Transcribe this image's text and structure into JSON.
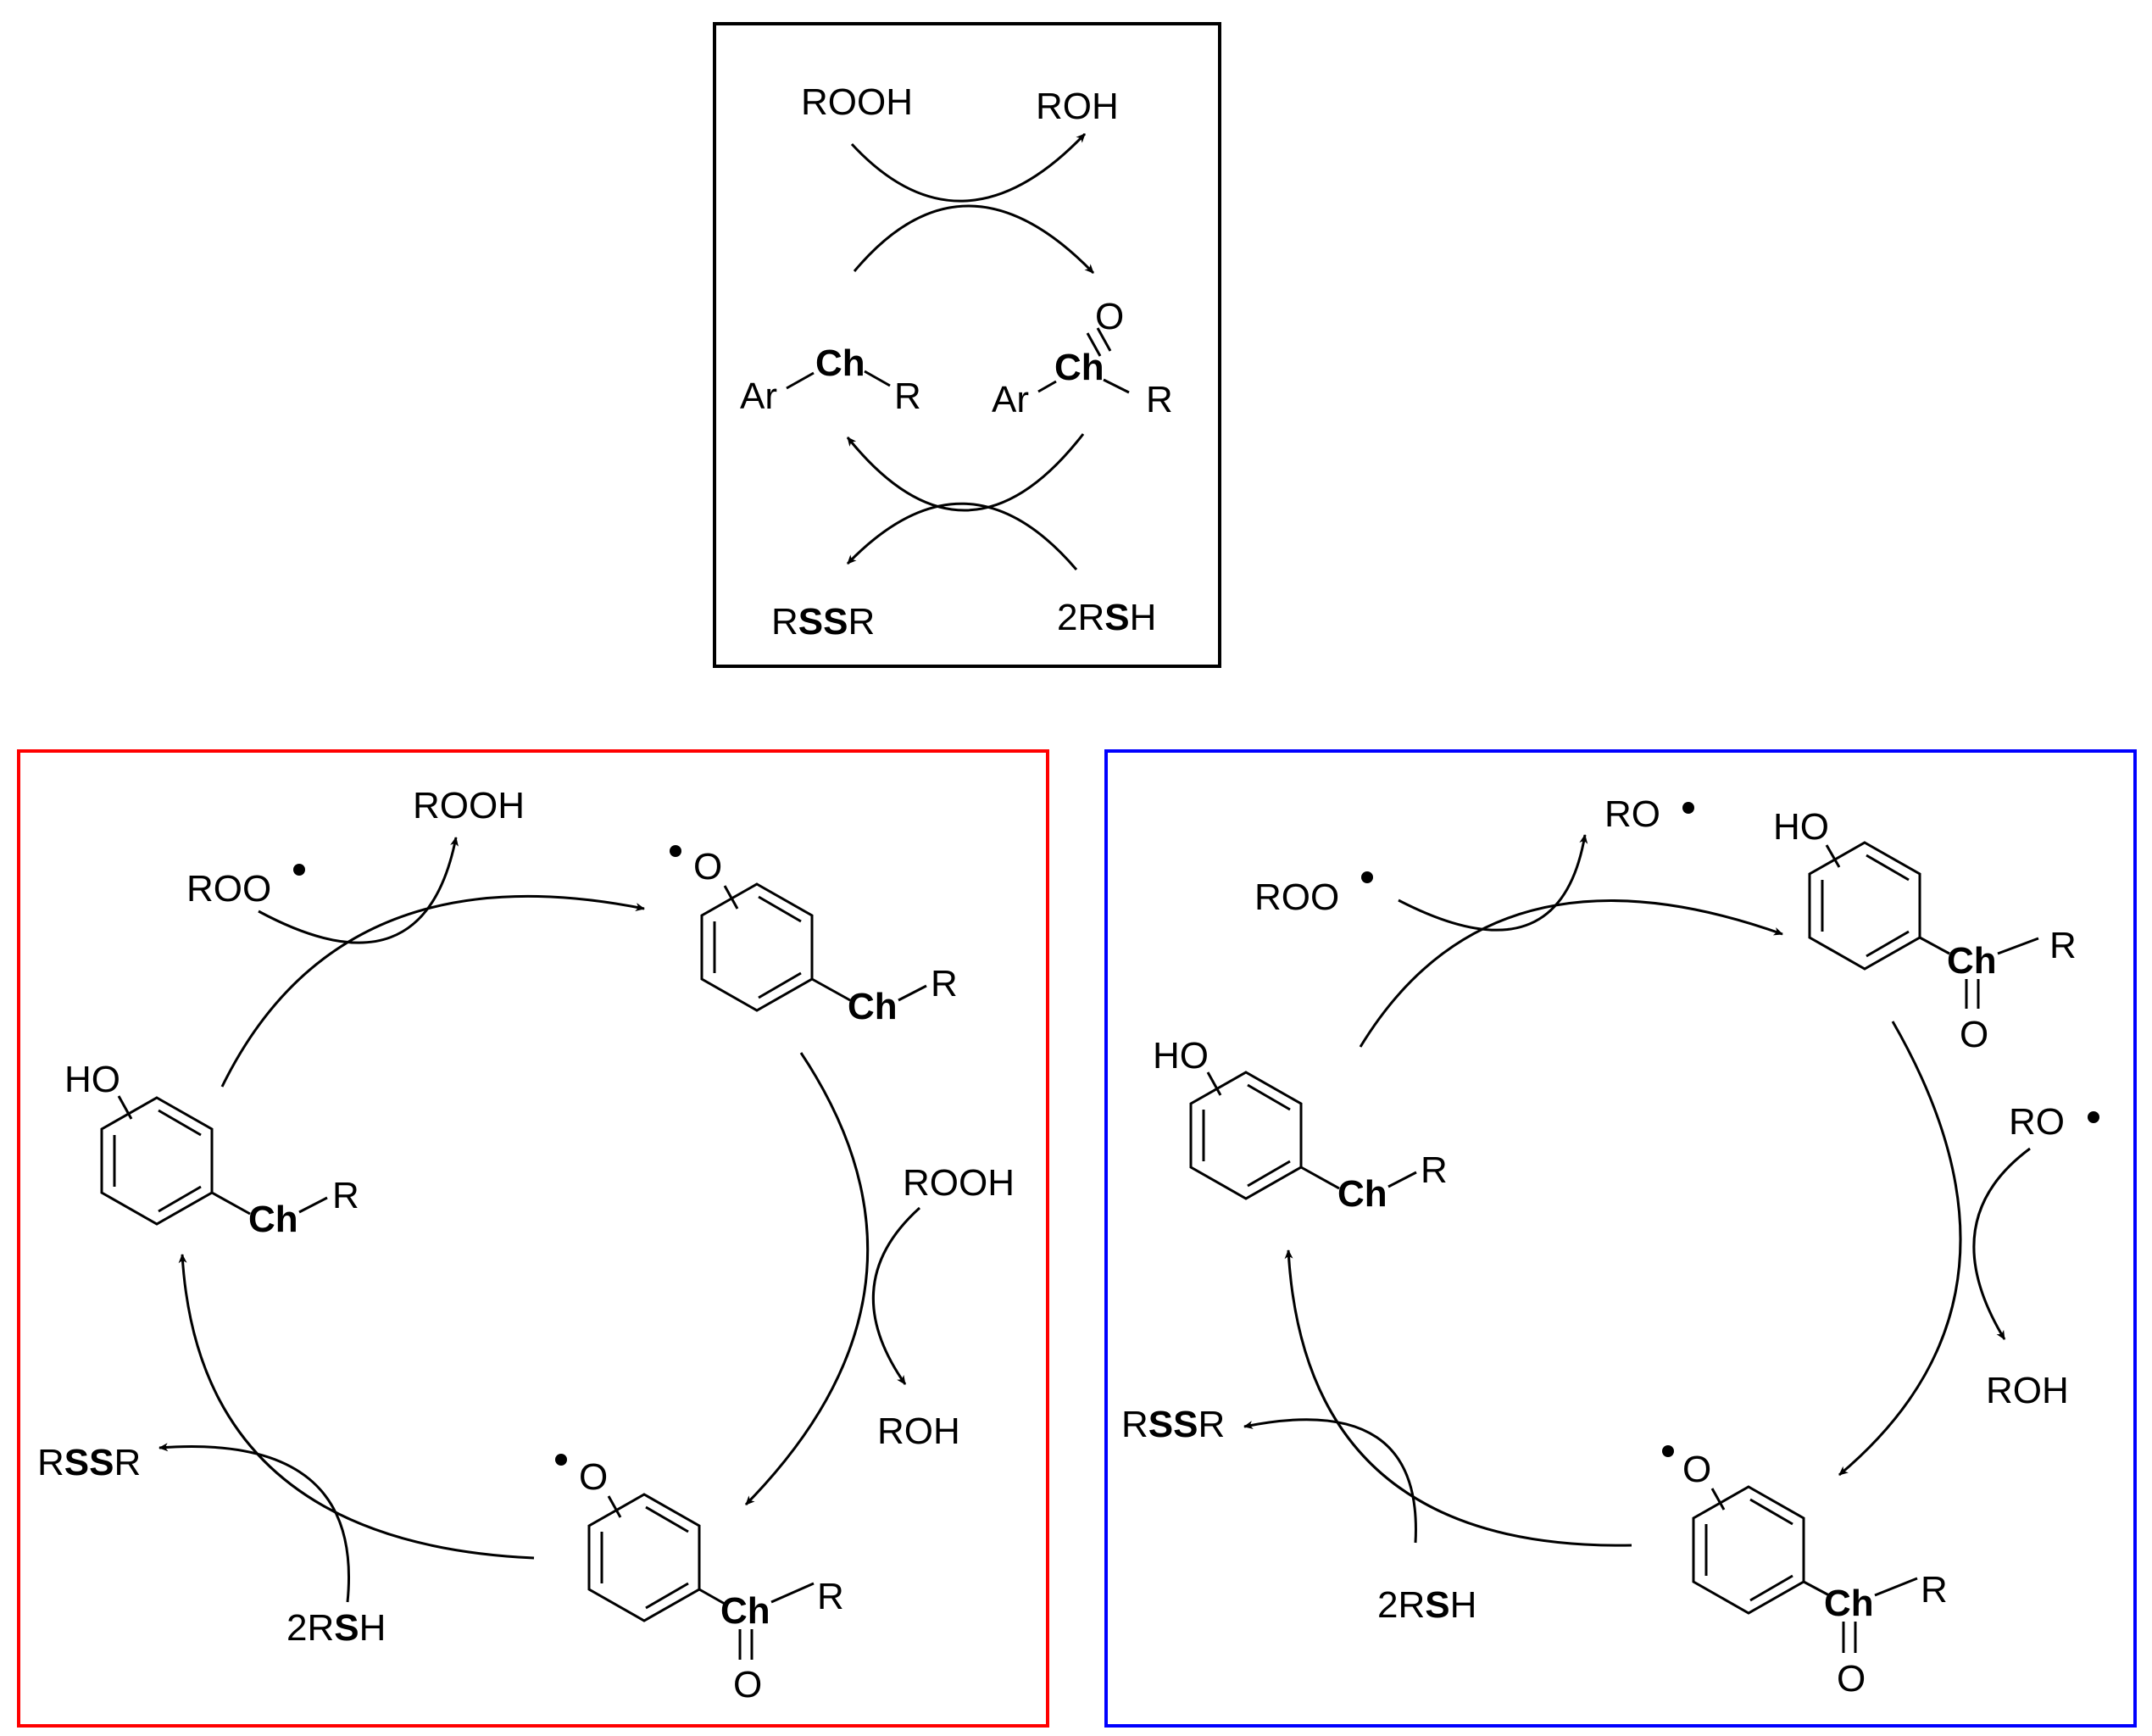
{
  "top_panel": {
    "border_color": "#000000",
    "labels": {
      "rooh": "ROOH",
      "roh": "ROH",
      "ar_left": "Ar",
      "ch_left": "Ch",
      "r_left": "R",
      "o_ketone": "O",
      "ar_right": "Ar",
      "ch_right": "Ch",
      "r_right": "R",
      "rssr": [
        "R",
        "SS",
        "R"
      ],
      "rsh": [
        "2R",
        "S",
        "H"
      ]
    }
  },
  "red_panel": {
    "border_color": "#ff0000",
    "labels": {
      "roo_radical": "ROO",
      "rooh_top": "ROOH",
      "o_radical_top": "O",
      "ch_top": "Ch",
      "r_top": "R",
      "ho_left": "HO",
      "ch_left": "Ch",
      "r_left": "R",
      "rooh_right": "ROOH",
      "roh_right": "ROH",
      "o_radical_bottom": "O",
      "ch_bottom": "Ch",
      "r_bottom": "R",
      "o_bottom": "O",
      "rssr": [
        "R",
        "SS",
        "R"
      ],
      "rsh": [
        "2R",
        "S",
        "H"
      ]
    }
  },
  "blue_panel": {
    "border_color": "#0000ff",
    "labels": {
      "roo_radical": "ROO",
      "ro_radical_top": "RO",
      "ho_top": "HO",
      "ch_top": "Ch",
      "r_top": "R",
      "o_top": "O",
      "ho_left": "HO",
      "ch_left": "Ch",
      "r_left": "R",
      "ro_radical_right": "RO",
      "roh_right": "ROH",
      "o_radical_bottom": "O",
      "ch_bottom": "Ch",
      "r_bottom": "R",
      "o_bottom": "O",
      "rssr": [
        "R",
        "SS",
        "R"
      ],
      "rsh": [
        "2R",
        "S",
        "H"
      ]
    }
  }
}
